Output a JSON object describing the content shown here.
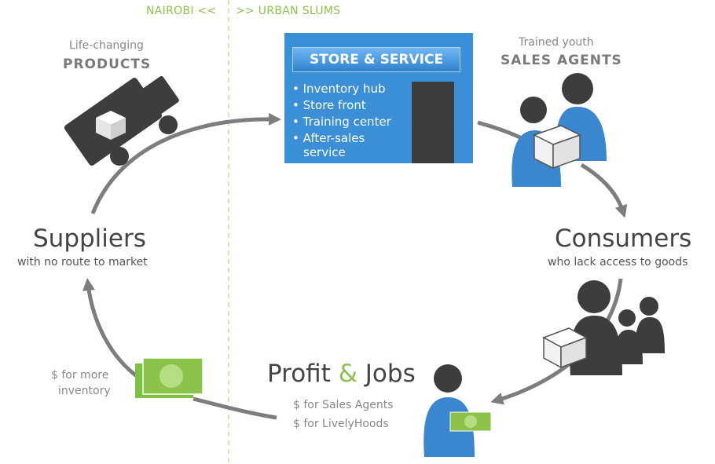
{
  "regions": {
    "left": "NAIROBI <<",
    "right": ">> URBAN SLUMS"
  },
  "products": {
    "line1": "Life-changing",
    "line2": "PRODUCTS"
  },
  "store": {
    "title": "STORE & SERVICE",
    "items": [
      "Inventory hub",
      "Store front",
      "Training center",
      "After-sales",
      "service"
    ]
  },
  "sales_agents": {
    "line1": "Trained youth",
    "line2": "SALES AGENTS"
  },
  "suppliers": {
    "title": "Suppliers",
    "subtitle": "with no route to market"
  },
  "consumers": {
    "title": "Consumers",
    "subtitle": "who lack access to goods"
  },
  "profit": {
    "word1": "Profit",
    "amp": "&",
    "word2": "Jobs",
    "line1": "$ for Sales Agents",
    "line2": "$ for LivelyHoods"
  },
  "inventory_money": {
    "line1": "$ for more",
    "line2": "inventory"
  },
  "colors": {
    "blue": "#3b8fd6",
    "green": "#8bc34a",
    "dark": "#3d3d3d",
    "arrow": "#7d7d7d",
    "divider": "#c5dd9a"
  },
  "icons": [
    "truck-icon",
    "box-icon",
    "person-icon",
    "money-icon"
  ]
}
